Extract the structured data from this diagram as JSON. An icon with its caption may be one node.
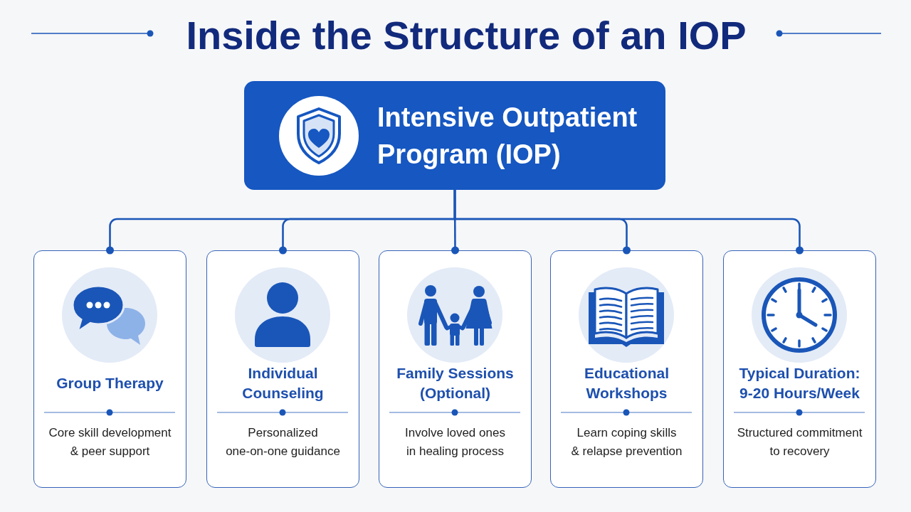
{
  "diagram": {
    "title": "Inside the Structure of an IOP",
    "nodes": [
      {
        "text": [
          "Intensive Outpatient Program (IOP)"
        ]
      },
      {
        "text": [
          "Group Therapy",
          "Core skill development & peer support"
        ]
      },
      {
        "text": [
          "Individual Counseling",
          "Personalized one-on-one guidance"
        ]
      },
      {
        "text": [
          "Family Sessions (Optional)",
          "Involve loved ones in healing process"
        ]
      },
      {
        "text": [
          "Educational Workshops",
          "Learn coping skills & relapse prevention"
        ]
      },
      {
        "text": [
          "Typical Duration: 9-20 Hours/Week",
          "Structured commitment to recovery"
        ]
      }
    ],
    "edges": [
      {
        "from": 0,
        "to": 1,
        "arrow": "other"
      },
      {
        "from": 0,
        "to": 2,
        "arrow": "other"
      },
      {
        "from": 0,
        "to": 3,
        "arrow": "other"
      },
      {
        "from": 0,
        "to": 4,
        "arrow": "other"
      },
      {
        "from": 0,
        "to": 5,
        "arrow": "other"
      }
    ]
  }
}
